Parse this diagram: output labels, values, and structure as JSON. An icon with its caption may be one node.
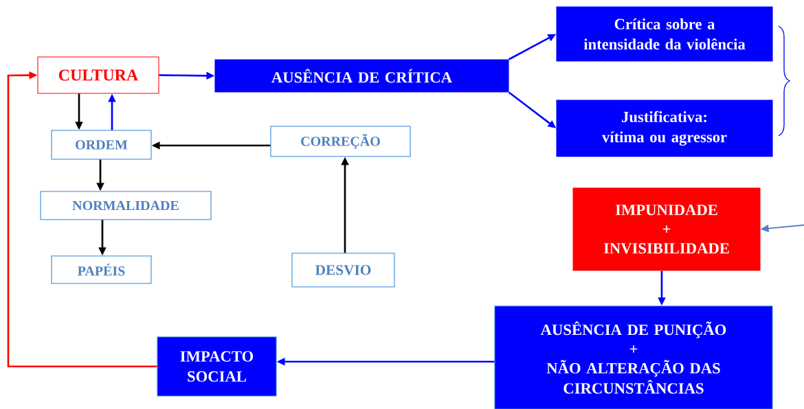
{
  "diagram": {
    "nodes": [
      {
        "text": [
          "CULTURA"
        ]
      },
      {
        "text": [
          "AUSÊNCIA DE CRÍTICA"
        ]
      },
      {
        "text": [
          "Crítica sobre a intensidade da violência"
        ]
      },
      {
        "text": [
          "Justificativa: vítima ou agressor"
        ]
      },
      {
        "text": [
          "ORDEM"
        ]
      },
      {
        "text": [
          "CORREÇÃO"
        ]
      },
      {
        "text": [
          "NORMALIDADE"
        ]
      },
      {
        "text": [
          "PAPÉIS"
        ]
      },
      {
        "text": [
          "DESVIO"
        ]
      },
      {
        "text": [
          "IMPUNIDADE",
          "+",
          "INVISIBILIDADE"
        ]
      },
      {
        "text": [
          "AUSÊNCIA DE PUNIÇÃO",
          "+",
          "NÃO ALTERAÇÃO DAS CIRCUNSTÂNCIAS"
        ]
      },
      {
        "text": [
          "IMPACTO SOCIAL"
        ]
      }
    ],
    "edges": [
      {
        "from": 0,
        "to": 1,
        "arrow": "to"
      },
      {
        "from": 1,
        "to": 2,
        "arrow": "to"
      },
      {
        "from": 1,
        "to": 3,
        "arrow": "to"
      },
      {
        "from": 0,
        "to": 4,
        "arrow": "to",
        "color": "#000000"
      },
      {
        "from": 4,
        "to": 0,
        "arrow": "to"
      },
      {
        "from": 5,
        "to": 4,
        "arrow": "to",
        "color": "#000000"
      },
      {
        "from": 4,
        "to": 6,
        "arrow": "to",
        "color": "#000000"
      },
      {
        "from": 6,
        "to": 7,
        "arrow": "to",
        "color": "#000000"
      },
      {
        "from": 8,
        "to": 5,
        "arrow": "to",
        "color": "#000000"
      },
      {
        "from": 9,
        "to": 10,
        "arrow": "to"
      },
      {
        "from": 10,
        "to": 11,
        "arrow": "to"
      },
      {
        "from": 11,
        "to": 0,
        "arrow": "to",
        "color": "#ff0000"
      },
      {
        "from": null,
        "to": 9,
        "arrow": "to",
        "color": "#4f81bd"
      }
    ]
  }
}
